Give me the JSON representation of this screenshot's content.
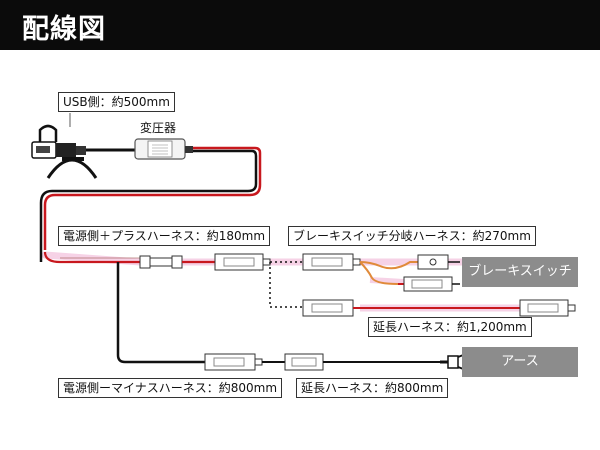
{
  "header": {
    "title": "配線図"
  },
  "labels": {
    "usb_side": "USB側：約500mm",
    "transformer": "変圧器",
    "power_plus": "電源側＋プラスハーネス：約180mm",
    "brake_branch": "ブレーキスイッチ分岐ハーネス：約270mm",
    "ext_1200": "延長ハーネス：約1,200mm",
    "power_minus": "電源側ーマイナスハーネス：約800mm",
    "ext_800": "延長ハーネス：約800mm"
  },
  "tags": {
    "brake_switch": "ブレーキスイッチ",
    "ground": "アース"
  },
  "colors": {
    "header_bg": "#0b0b0b",
    "wire_red": "#c8181e",
    "wire_black": "#111111",
    "wire_pink": "#f0b8d8",
    "wire_orange": "#e08a3a",
    "tag_bg": "#8c8c8c"
  }
}
